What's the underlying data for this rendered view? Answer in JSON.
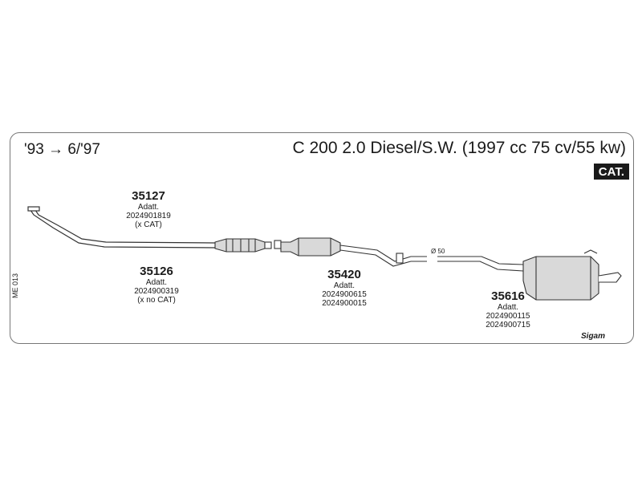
{
  "header": {
    "date_range": "'93 → 6/'97",
    "model_title": "C 200 2.0 Diesel/S.W. (1997 cc 75 cv/55 kw)",
    "badge": "CAT."
  },
  "side_code": "ME 013",
  "pipe_diameter": "Ø 50",
  "brand": "Sigam",
  "parts": [
    {
      "number": "35127",
      "lines": [
        "Adatt.",
        "2024901819",
        "(x CAT)"
      ]
    },
    {
      "number": "35126",
      "lines": [
        "Adatt.",
        "2024900319",
        "(x no CAT)"
      ]
    },
    {
      "number": "35420",
      "lines": [
        "Adatt.",
        "2024900615",
        "2024900015"
      ]
    },
    {
      "number": "35616",
      "lines": [
        "Adatt.",
        "2024900115",
        "2024900715"
      ]
    }
  ],
  "colors": {
    "line": "#333333",
    "fill": "#d9d9d9",
    "badge_bg": "#1a1a1a"
  }
}
